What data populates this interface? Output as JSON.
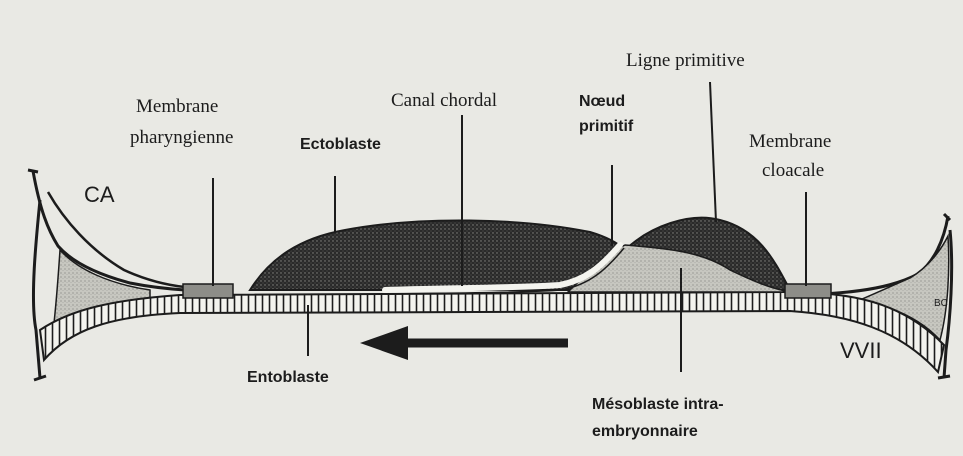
{
  "labels": {
    "membrane_pharyngienne_1": "Membrane",
    "membrane_pharyngienne_2": "pharyngienne",
    "ectoblaste": "Ectoblaste",
    "canal_chordal": "Canal chordal",
    "noeud_primitif_1": "Nœud",
    "noeud_primitif_2": "primitif",
    "ligne_primitive": "Ligne primitive",
    "membrane_cloacale_1": "Membrane",
    "membrane_cloacale_2": "cloacale",
    "entoblaste": "Entoblaste",
    "mesoblaste_1": "Mésoblaste intra-",
    "mesoblaste_2": "embryonnaire",
    "ca": "CA",
    "vvii": "VVII",
    "bc": "BC"
  },
  "colors": {
    "ink": "#1c1c1c",
    "paper": "#e9e9e4",
    "ectoblast_fill": "#2a2a2a",
    "mesoblast_fill": "#b9b9b2",
    "stipple": "#9a9a94"
  }
}
